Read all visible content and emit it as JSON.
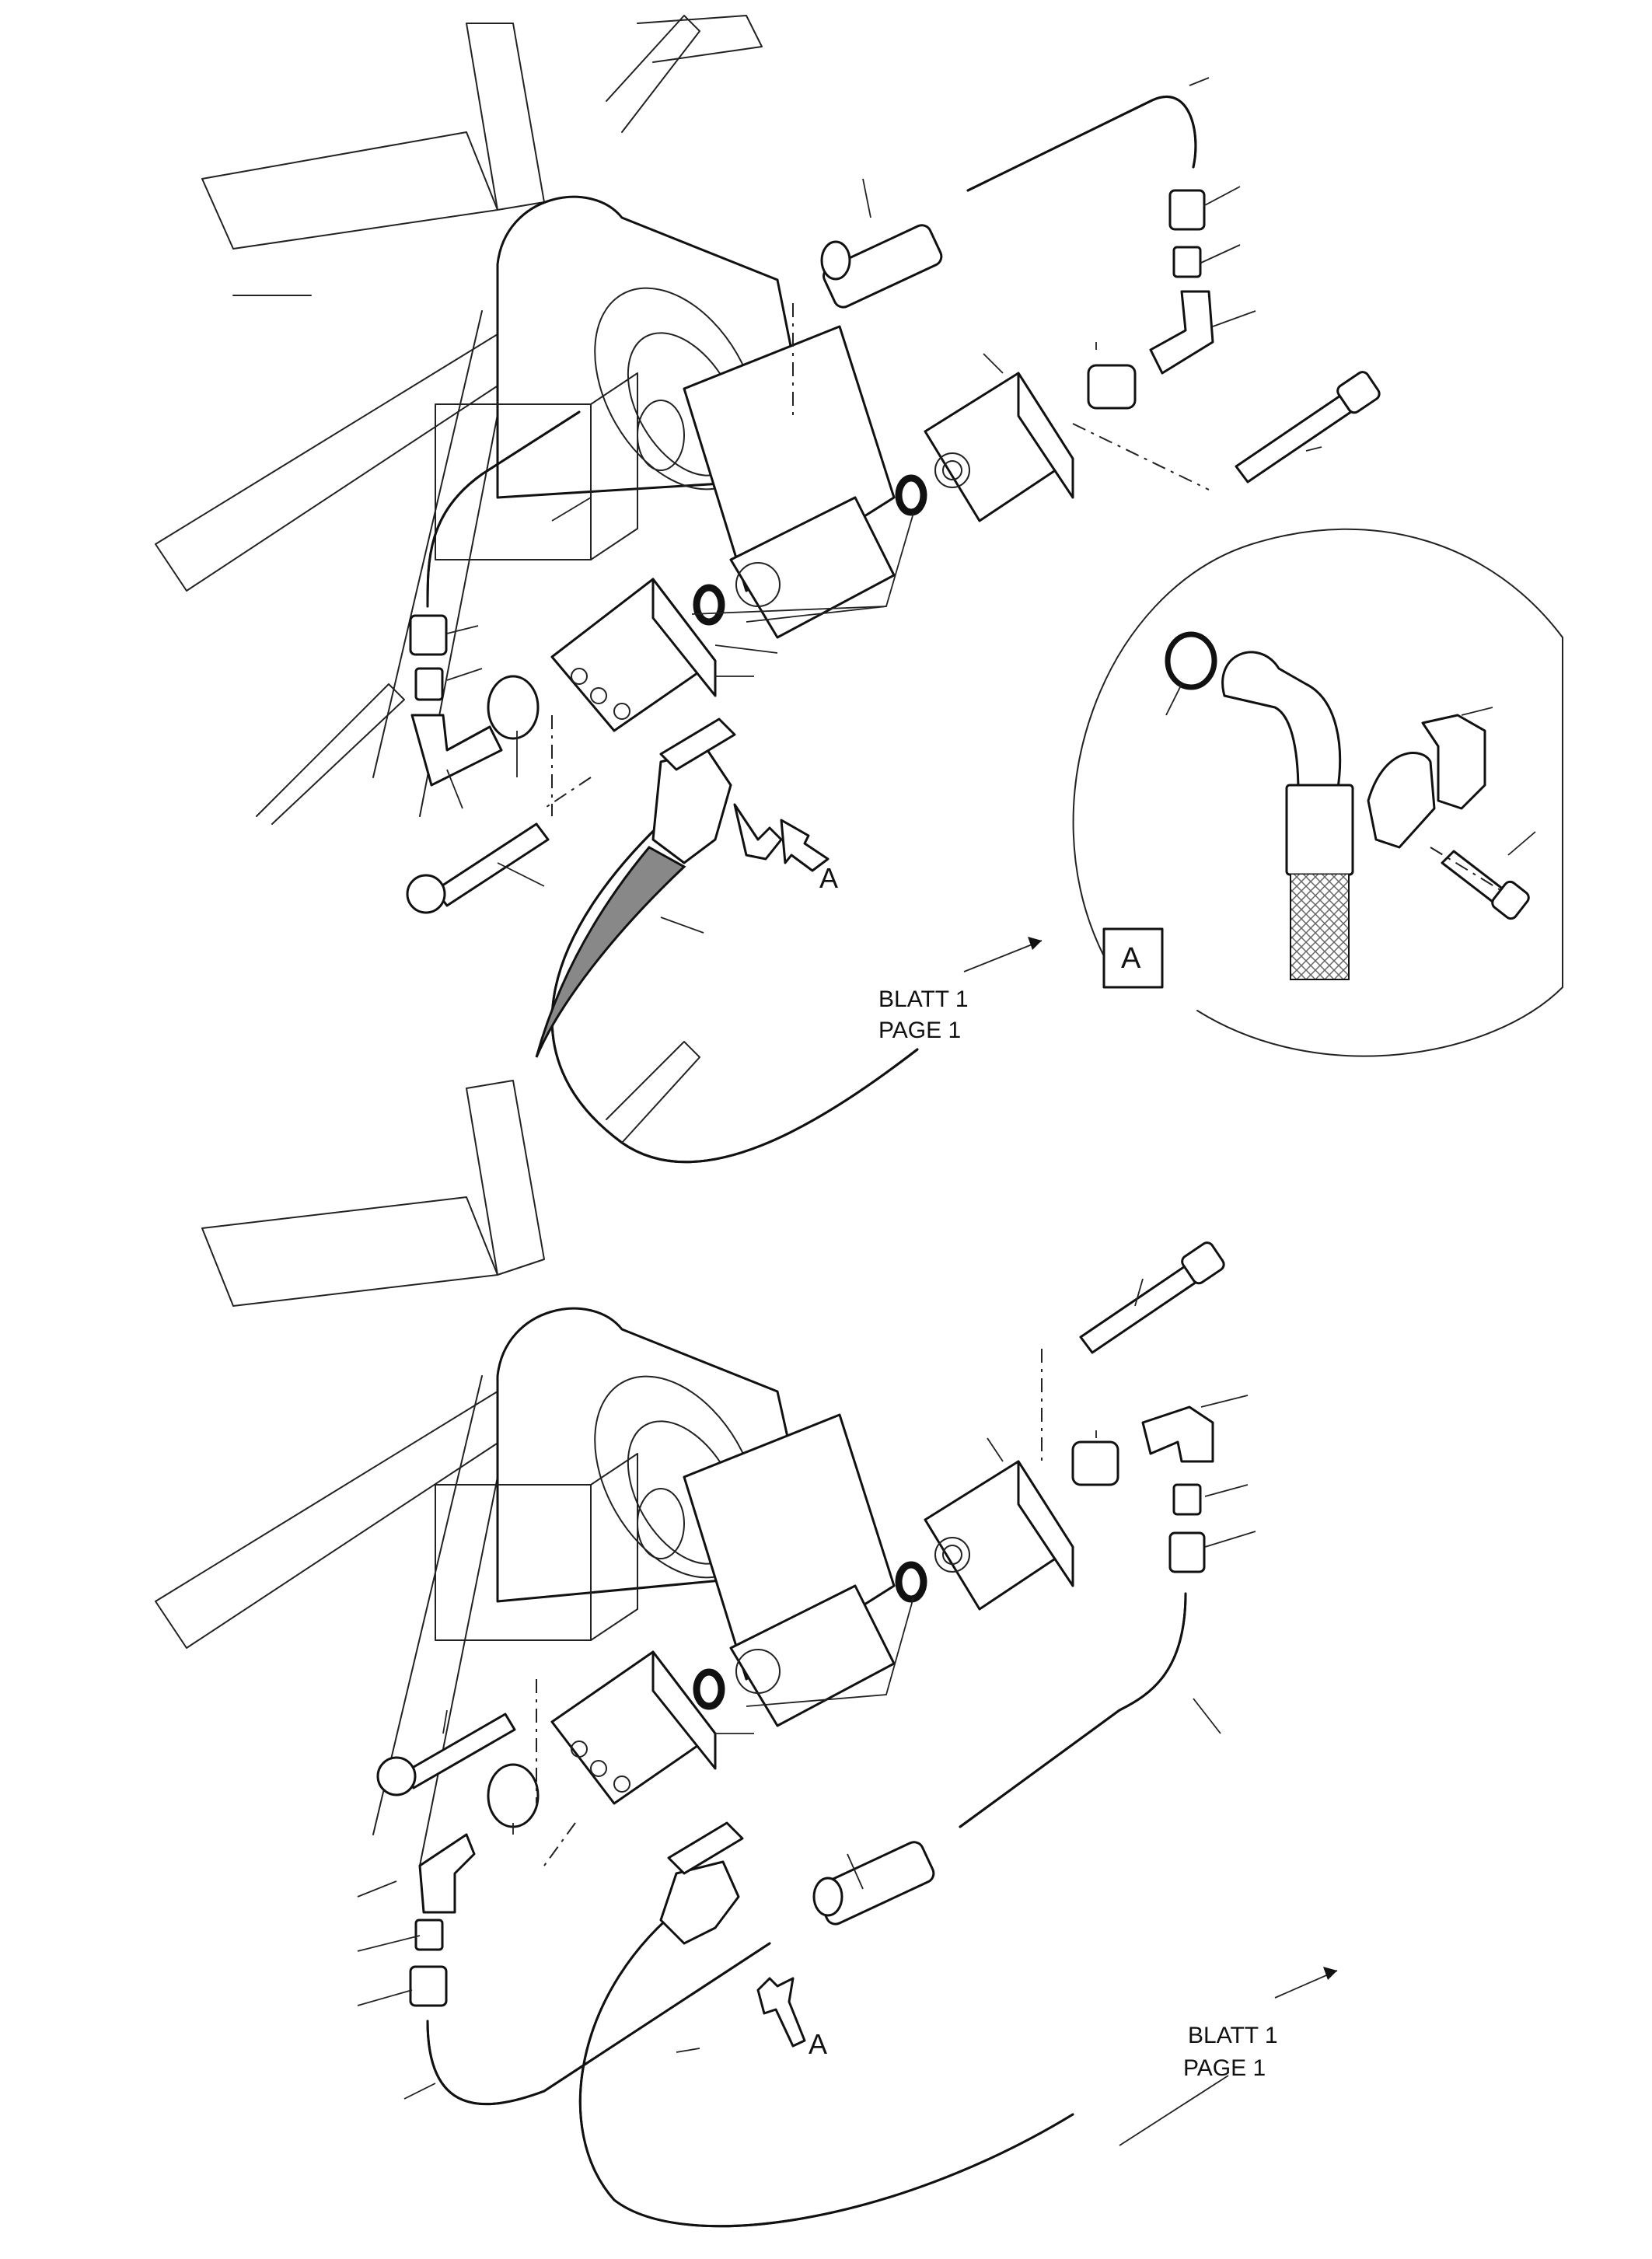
{
  "callouts": {
    "detail_letter_upper": "A",
    "detail_letter_lower": "A",
    "detail_box_letter": "A"
  },
  "references": {
    "upper": {
      "line1": "BLATT 1",
      "line2": "PAGE 1"
    },
    "lower": {
      "line1": "BLATT 1",
      "line2": "PAGE 1"
    }
  }
}
